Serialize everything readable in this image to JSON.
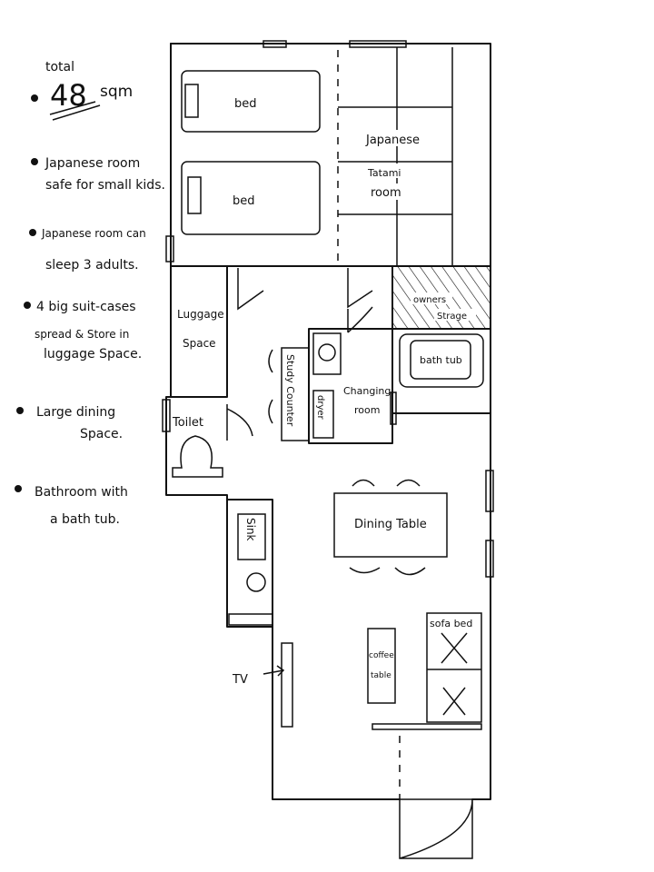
{
  "notes": {
    "total_label": "total",
    "total_value": "48",
    "total_unit": "sqm",
    "items": [
      {
        "line1": "Japanese room",
        "line2": "safe for small kids."
      },
      {
        "line1": "Japanese room can",
        "line2": "sleep 3 adults."
      },
      {
        "line1": "4 big suit-cases",
        "line2": "spread & Store in",
        "line3": "luggage Space."
      },
      {
        "line1": "Large dining",
        "line2": "Space."
      },
      {
        "line1": "Bathroom with",
        "line2": "a bath tub."
      }
    ]
  },
  "rooms": {
    "bed1": "bed",
    "bed2": "bed",
    "tatami_1": "Japanese",
    "tatami_2": "Tatami",
    "tatami_3": "room",
    "luggage_1": "Luggage",
    "luggage_2": "Space",
    "toilet": "Toilet",
    "study_counter": "Study Counter",
    "dryer": "dryer",
    "changing_1": "Changing",
    "changing_2": "room",
    "owners_1": "owners",
    "owners_2": "Strage",
    "bathtub": "bath tub",
    "dining_table": "Dining Table",
    "sink": "Sink",
    "sofa_bed": "sofa bed",
    "coffee_1": "coffee",
    "coffee_2": "table",
    "tv": "TV"
  }
}
